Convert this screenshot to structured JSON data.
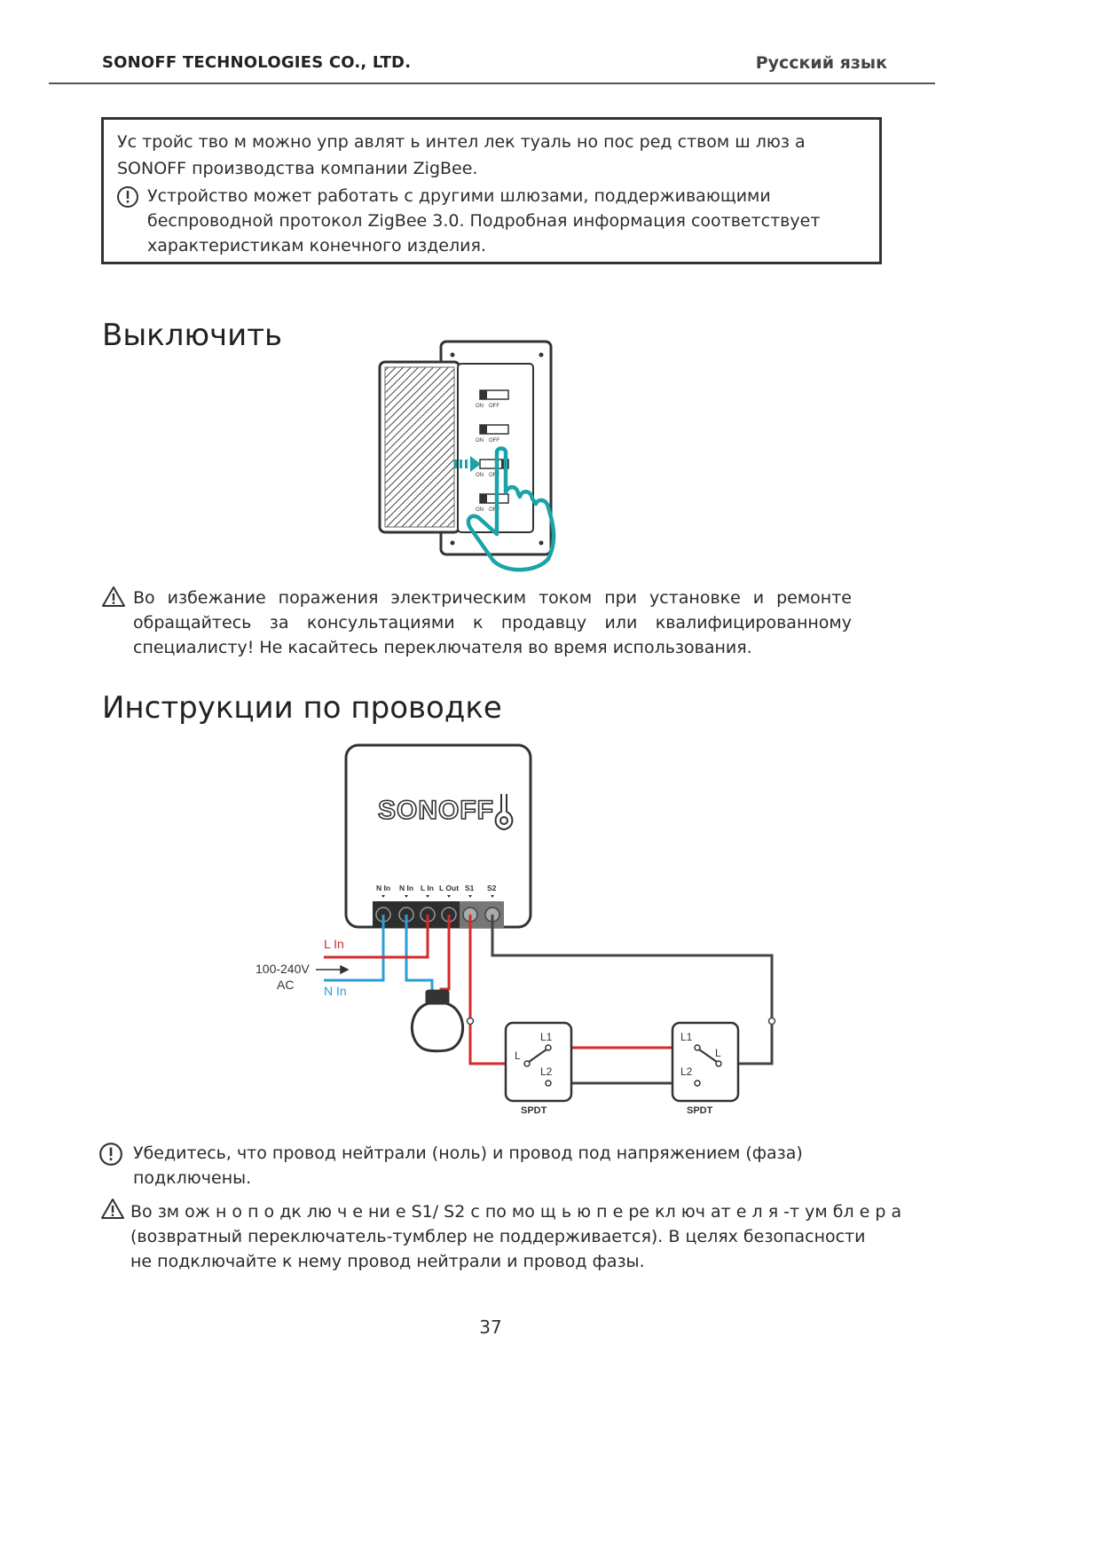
{
  "header": {
    "company": "SONOFF TECHNOLOGIES CO., LTD.",
    "language": "Русский язык"
  },
  "notice": {
    "line1": "Ус тройс тво м можно упр авлят ь интел лек туаль но пос ред ством ш люз а",
    "line2": "SONOFF производства компании ZigBee.",
    "info_text": "Устройство может работать с другими шлюзами, поддерживающими беспроводной протокол ZigBee 3.0. Подробная информация соответствует характеристикам конечного изделия."
  },
  "section_off": {
    "title": "Выключить",
    "switch_labels": [
      "ON",
      "OFF"
    ],
    "warning": "Во избежание поражения электрическим током при установке и ремонте обращайтесь за консультациями к продавцу или квалифицированному специалисту! Не касайтесь переключателя во время использования."
  },
  "section_wiring": {
    "title": "Инструкции по проводке",
    "brand": "SONOFF",
    "terminals": [
      "N In",
      "N In",
      "L In",
      "L Out",
      "S1",
      "S2"
    ],
    "l_in": "L In",
    "n_in": "N In",
    "voltage": "100-240V",
    "ac": "AC",
    "switch_l1": "L1",
    "switch_l2": "L2",
    "switch_l": "L",
    "spdt": "SPDT",
    "note_text": "Убедитесь, что провод нейтрали (ноль) и провод под напряжением (фаза) подключены.",
    "warning_line1": "Во зм ож н о  п о дк лю ч е ни е S1/ S2 с  по мо щ ь ю  п е ре кл юч ат е л я -т ум бл е р а",
    "warning_rest": "(возвратный переключатель-тумблер не поддерживается). В целях безопасности не подключайте к нему провод нейтрали и провод фазы."
  },
  "colors": {
    "live": "#d42a2a",
    "neutral": "#2a9fd6",
    "hand": "#1aa3a8"
  },
  "page_number": "37"
}
